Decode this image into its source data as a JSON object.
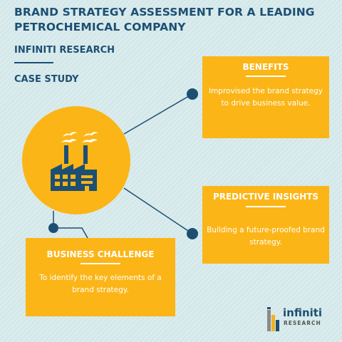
{
  "header": {
    "title": "BRAND STRATEGY ASSESSMENT FOR A LEADING PETROCHEMICAL COMPANY",
    "company": "INFINITI RESEARCH",
    "type": "CASE STUDY"
  },
  "benefits": {
    "title": "BENEFITS",
    "text": "Improvised the brand strategy to drive business value."
  },
  "insights": {
    "title": "PREDICTIVE INSIGHTS",
    "text": "Building a future-proofed brand strategy."
  },
  "challenge": {
    "title": "BUSINESS CHALLENGE",
    "text": "To identify the key elements of a brand strategy."
  },
  "logo": {
    "name": "infiniti",
    "tagline": "RESEARCH"
  },
  "icons": {
    "hero": "factory-icon",
    "logo": "infiniti-logo-icon"
  },
  "colors": {
    "background": "#d4e8ea",
    "navy": "#1d4f73",
    "accent": "#fbb517",
    "white": "#ffffff"
  }
}
